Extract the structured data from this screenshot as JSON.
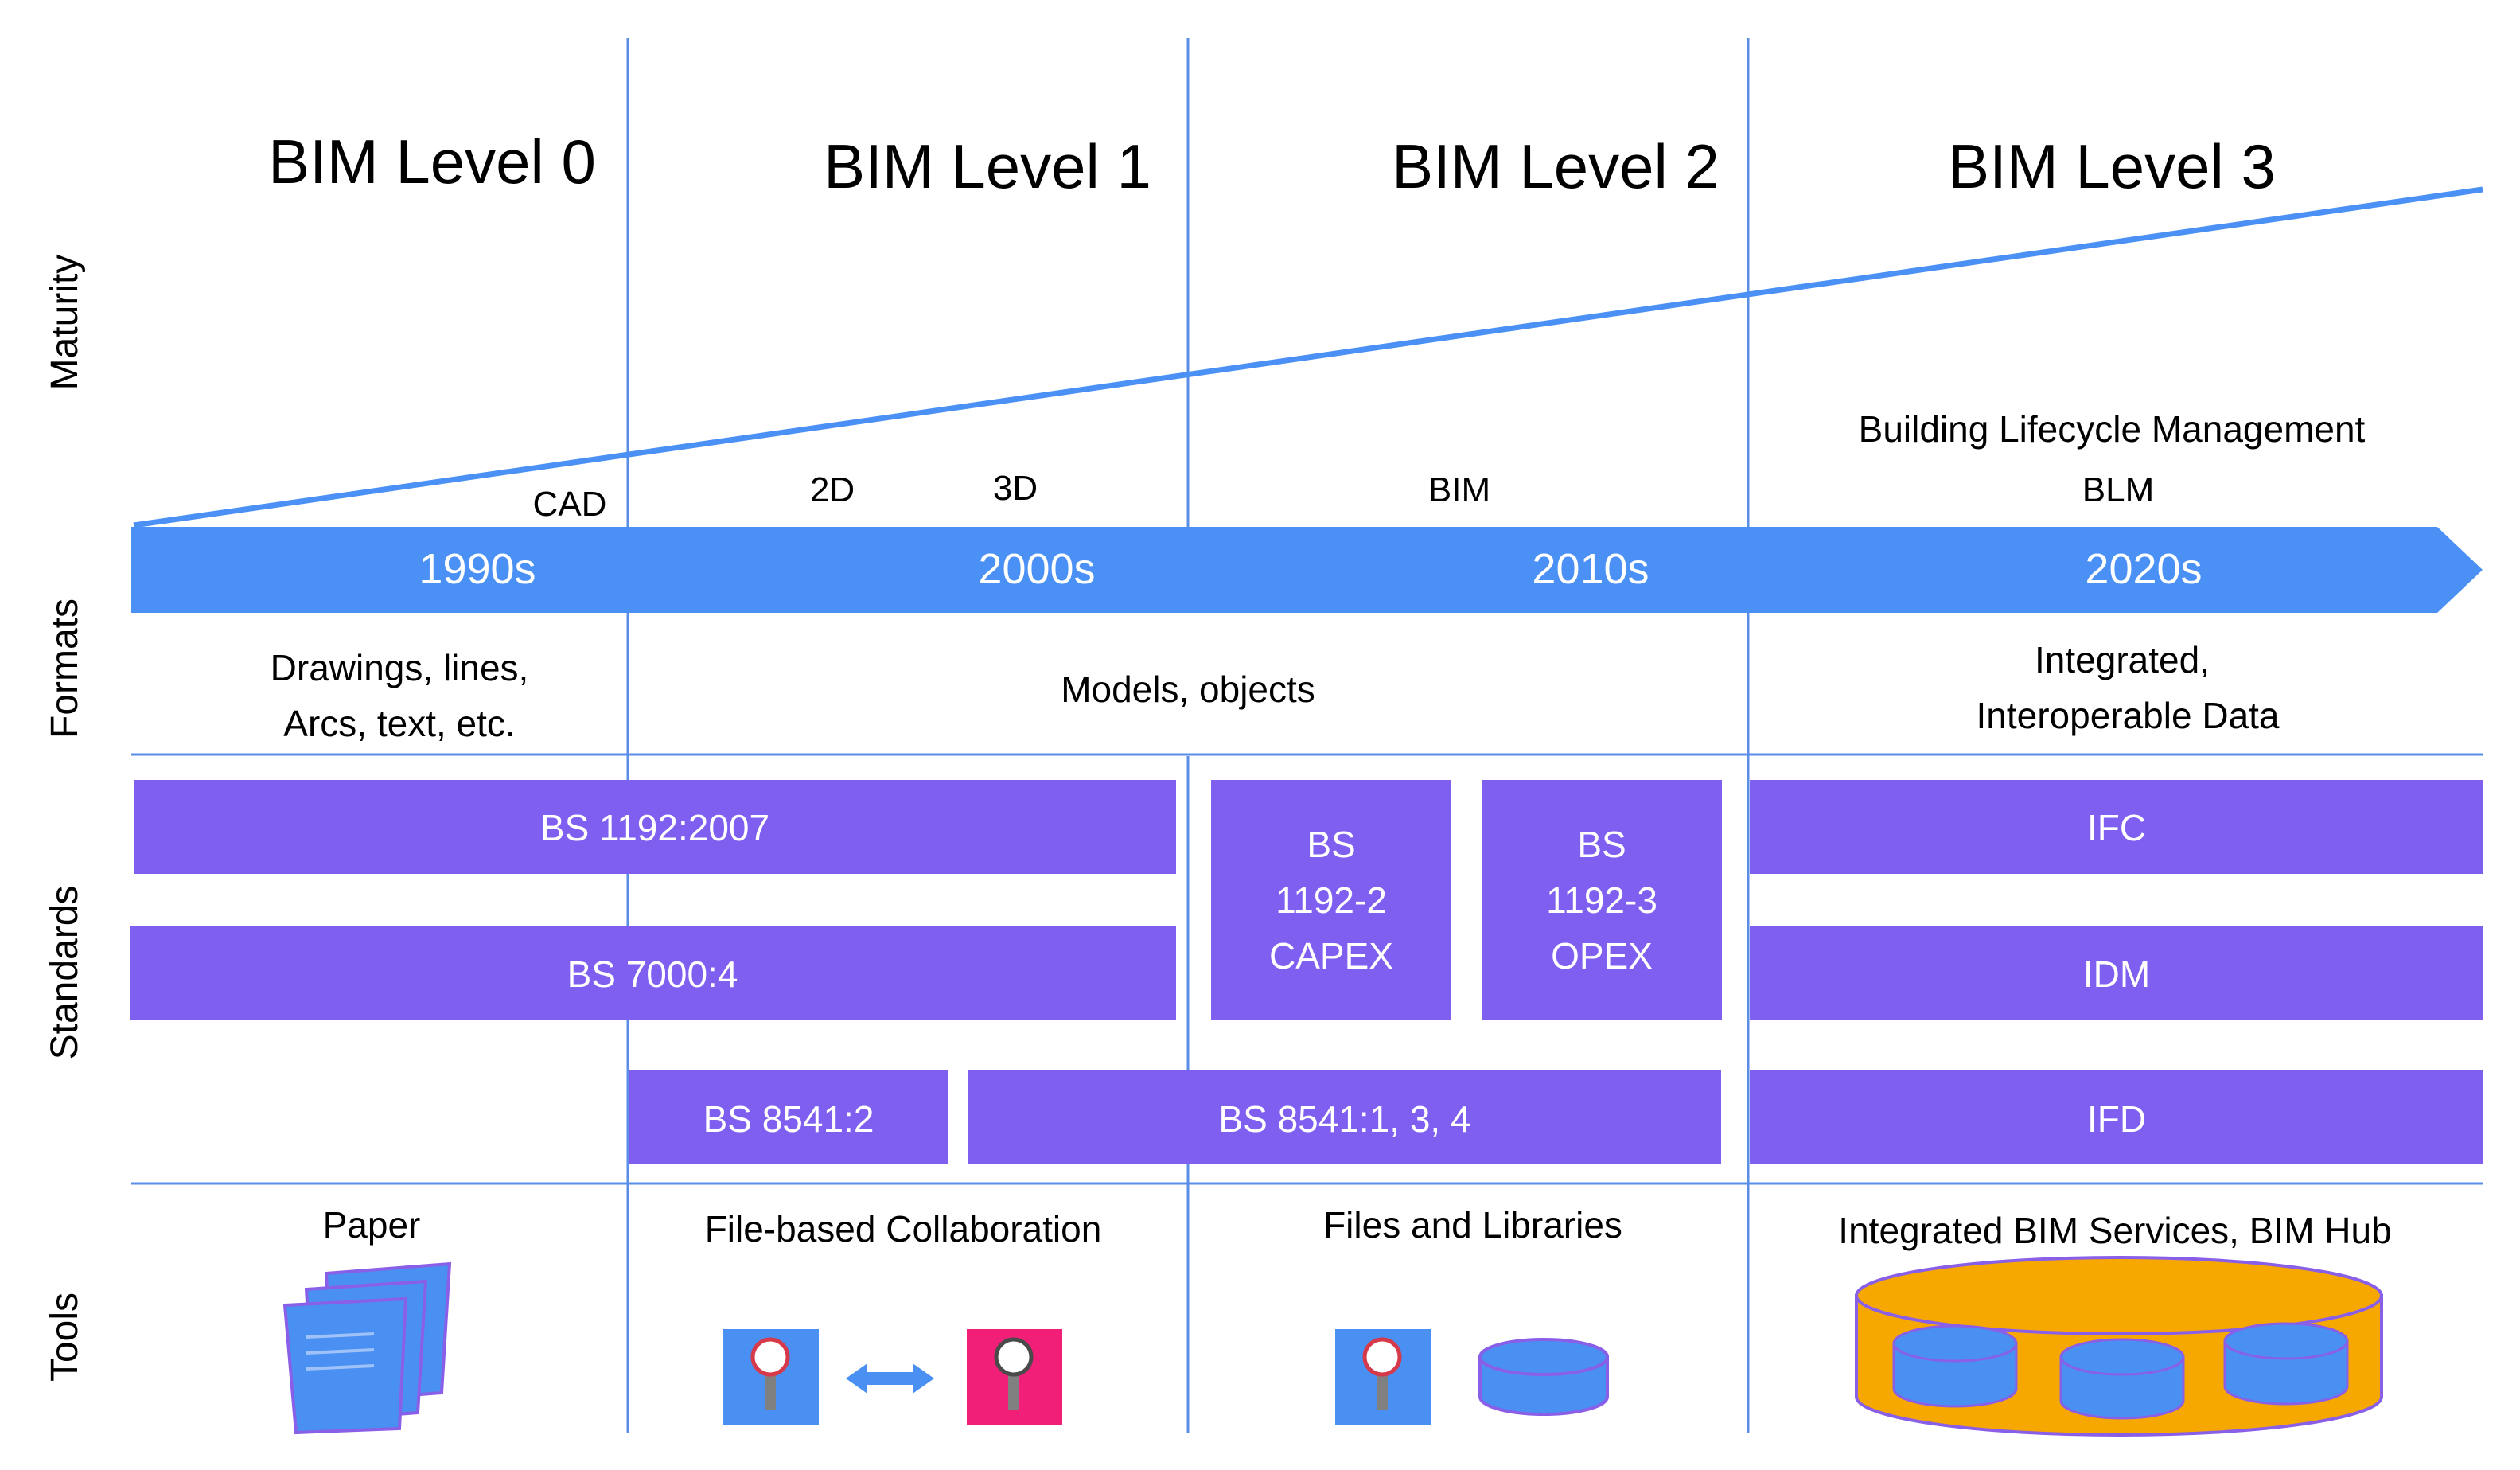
{
  "levels": [
    "BIM Level 0",
    "BIM Level 1",
    "BIM Level 2",
    "BIM Level 3"
  ],
  "rows": {
    "maturity": "Maturity",
    "formats": "Formats",
    "standards": "Standards",
    "tools": "Tools"
  },
  "maturity_labels": {
    "cad": "CAD",
    "d2": "2D",
    "d3": "3D",
    "bim": "BIM",
    "blm_line1": "Building Lifecycle Management",
    "blm_line2": "BLM"
  },
  "decades": [
    "1990s",
    "2000s",
    "2010s",
    "2020s"
  ],
  "formats": {
    "level0_line1": "Drawings, lines,",
    "level0_line2": "Arcs, text, etc.",
    "level12": "Models, objects",
    "level3_line1": "Integrated,",
    "level3_line2": "Interoperable Data"
  },
  "standards": {
    "bs1192": "BS 1192:2007",
    "bs7000": "BS 7000:4",
    "bs8541_2": "BS 8541:2",
    "bs8541_134": "BS 8541:1, 3, 4",
    "capex_line1": "BS",
    "capex_line2": "1192-2",
    "capex_line3": "CAPEX",
    "opex_line1": "BS",
    "opex_line2": "1192-3",
    "opex_line3": "OPEX",
    "ifc": "IFC",
    "idm": "IDM",
    "ifd": "IFD"
  },
  "tools": {
    "level0": "Paper",
    "level1": "File-based Collaboration",
    "level2": "Files and Libraries",
    "level3": "Integrated BIM Services, BIM Hub"
  },
  "icons": [
    "paper-stack-icon",
    "file-icon-blue",
    "double-arrow-icon",
    "file-icon-pink",
    "file-icon-blue",
    "database-icon",
    "bim-hub-icon"
  ],
  "colors": {
    "timeline": "#4a90f5",
    "standard_bar": "#7f5ff0",
    "divider": "#5a8ee8",
    "file_blue": "#4a8ff2",
    "file_pink": "#f21f78",
    "hub_fill": "#f7a800",
    "hub_outline": "#8a5fe8"
  }
}
